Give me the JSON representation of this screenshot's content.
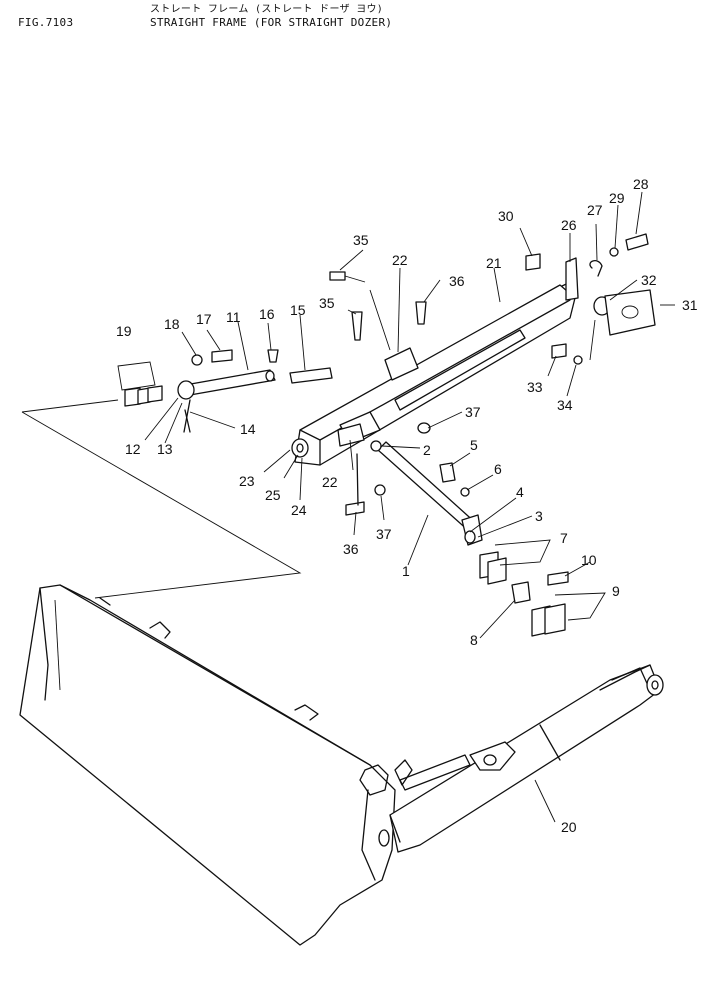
{
  "header": {
    "fig_number": "FIG.7103",
    "title_jp": "ストレート フレーム (ストレート ドーザ ヨウ)",
    "title_en": "STRAIGHT FRAME (FOR STRAIGHT DOZER)"
  },
  "callouts": [
    "1",
    "2",
    "3",
    "4",
    "5",
    "6",
    "7",
    "8",
    "9",
    "10",
    "11",
    "12",
    "13",
    "14",
    "15",
    "16",
    "17",
    "18",
    "19",
    "20",
    "21",
    "22",
    "22",
    "23",
    "24",
    "25",
    "26",
    "27",
    "28",
    "29",
    "30",
    "31",
    "32",
    "33",
    "34",
    "35",
    "35",
    "36",
    "36",
    "37",
    "37"
  ]
}
